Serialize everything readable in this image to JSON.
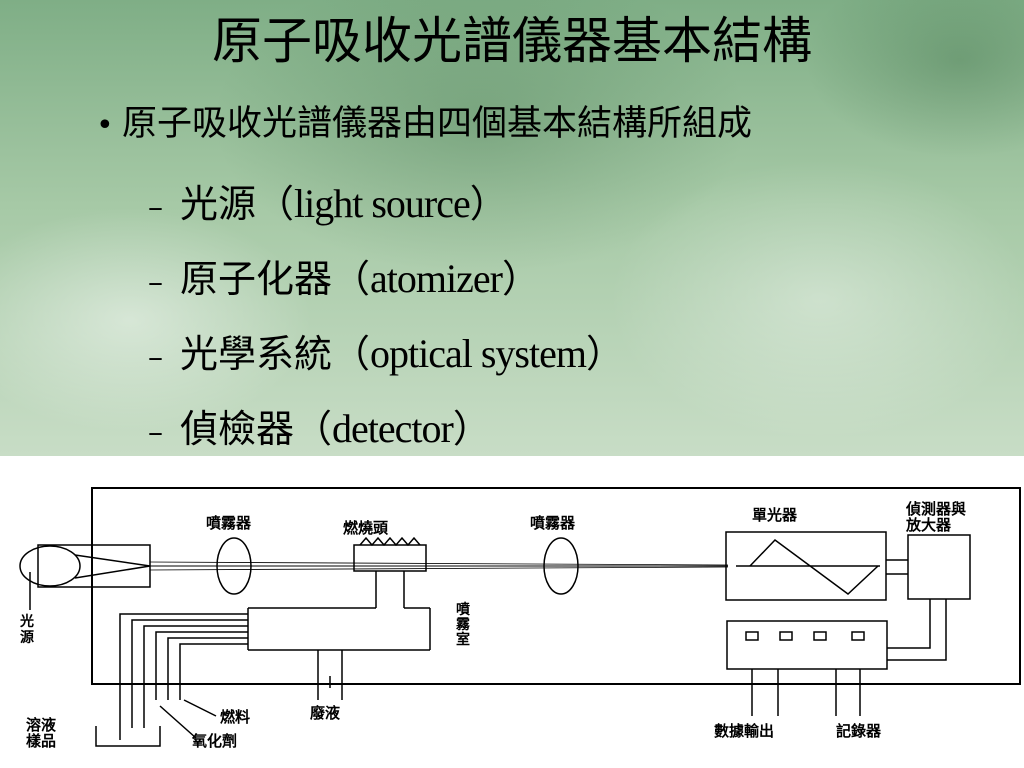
{
  "slide": {
    "title": "原子吸收光譜儀器基本結構",
    "main_bullet": "原子吸收光譜儀器由四個基本結構所組成",
    "bullet_symbol": "•",
    "dash_symbol": "–",
    "sub_items": [
      {
        "zh": "光源（",
        "en": "light source",
        "close": "）"
      },
      {
        "zh": "原子化器（",
        "en": "atomizer",
        "close": "）"
      },
      {
        "zh": "光學系統（",
        "en": "optical system",
        "close": "）"
      },
      {
        "zh": "偵檢器（",
        "en": "detector",
        "close": "）"
      }
    ]
  },
  "diagram": {
    "labels": {
      "nebulizer_left": "噴霧器",
      "burner_head": "燃燒頭",
      "nebulizer_right": "噴霧器",
      "monochromator": "單光器",
      "detector_amp_line1": "偵測器與",
      "detector_amp_line2": "放大器",
      "light_source_line1": "光",
      "light_source_line2": "源",
      "spray_chamber_line1": "噴",
      "spray_chamber_line2": "霧",
      "spray_chamber_line3": "室",
      "waste": "廢液",
      "sample_line1": "溶液",
      "sample_line2": "樣品",
      "fuel": "燃料",
      "oxidant": "氧化劑",
      "data_output": "數據輸出",
      "recorder": "記錄器"
    }
  }
}
